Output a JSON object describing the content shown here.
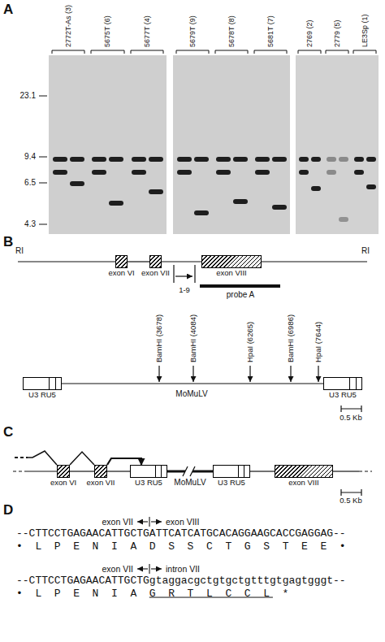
{
  "diagram": {
    "nodes": [
      {
        "text": [
          "exon VI"
        ]
      },
      {
        "text": [
          "exon VII"
        ]
      },
      {
        "text": [
          "exon VIII"
        ]
      },
      {
        "text": [
          "U3 RU5"
        ]
      },
      {
        "text": [
          "U3 RU5"
        ]
      },
      {
        "text": [
          "exon VI"
        ]
      },
      {
        "text": [
          "exon VII"
        ]
      },
      {
        "text": [
          "U3 RU5"
        ]
      },
      {
        "text": [
          "U3 RU5"
        ]
      },
      {
        "text": [
          "exon VIII"
        ]
      }
    ],
    "edges": [
      {
        "from": 0,
        "to": 1,
        "arrow": "none"
      },
      {
        "from": 1,
        "to": 2,
        "arrow": "none"
      },
      {
        "from": 3,
        "to": 4,
        "arrow": "none"
      },
      {
        "from": 5,
        "to": 6,
        "arrow": "none"
      },
      {
        "from": 6,
        "to": 7,
        "arrow": "none"
      },
      {
        "from": 7,
        "to": 8,
        "arrow": "none"
      },
      {
        "from": 8,
        "to": 9,
        "arrow": "none"
      },
      {
        "from": 5,
        "to": 6,
        "arrow": "none"
      },
      {
        "from": 6,
        "to": 7,
        "arrow": "to"
      }
    ],
    "labels": [
      "A",
      "2772T-As (3)",
      "5675T (6)",
      "5677T (4)",
      "5679T (9)",
      "5678T (8)",
      "5681T (7)",
      "2769 (2)",
      "2779 (5)",
      "LE3Sp (1)",
      "23.1",
      "9.4",
      "6.5",
      "4.3",
      "B",
      "RI",
      "RI",
      "1-9",
      "probe A",
      "BamHI (3678)",
      "BamHI (4084)",
      "HpaI (6265)",
      "BamHI (6986)",
      "HpaI (7644)",
      "MoMuLV",
      "0.5 Kb",
      "C",
      "MoMuLV",
      "0.5 Kb",
      "D",
      "exon VII",
      "exon VIII",
      "--CTTCCTGAGAACATTGCTGATTCATCATGCACAGGAAGCACCGAGGAG--",
      "• L P E N I A D S S C T G S T E E •",
      "exon VII",
      "intron VII",
      "--CTTCCTGAGAACATTGCTGgtaggacgctgtgctgtttgtgagtgggt--",
      "• L P E N I A",
      "G R T L C C L",
      "*"
    ]
  }
}
